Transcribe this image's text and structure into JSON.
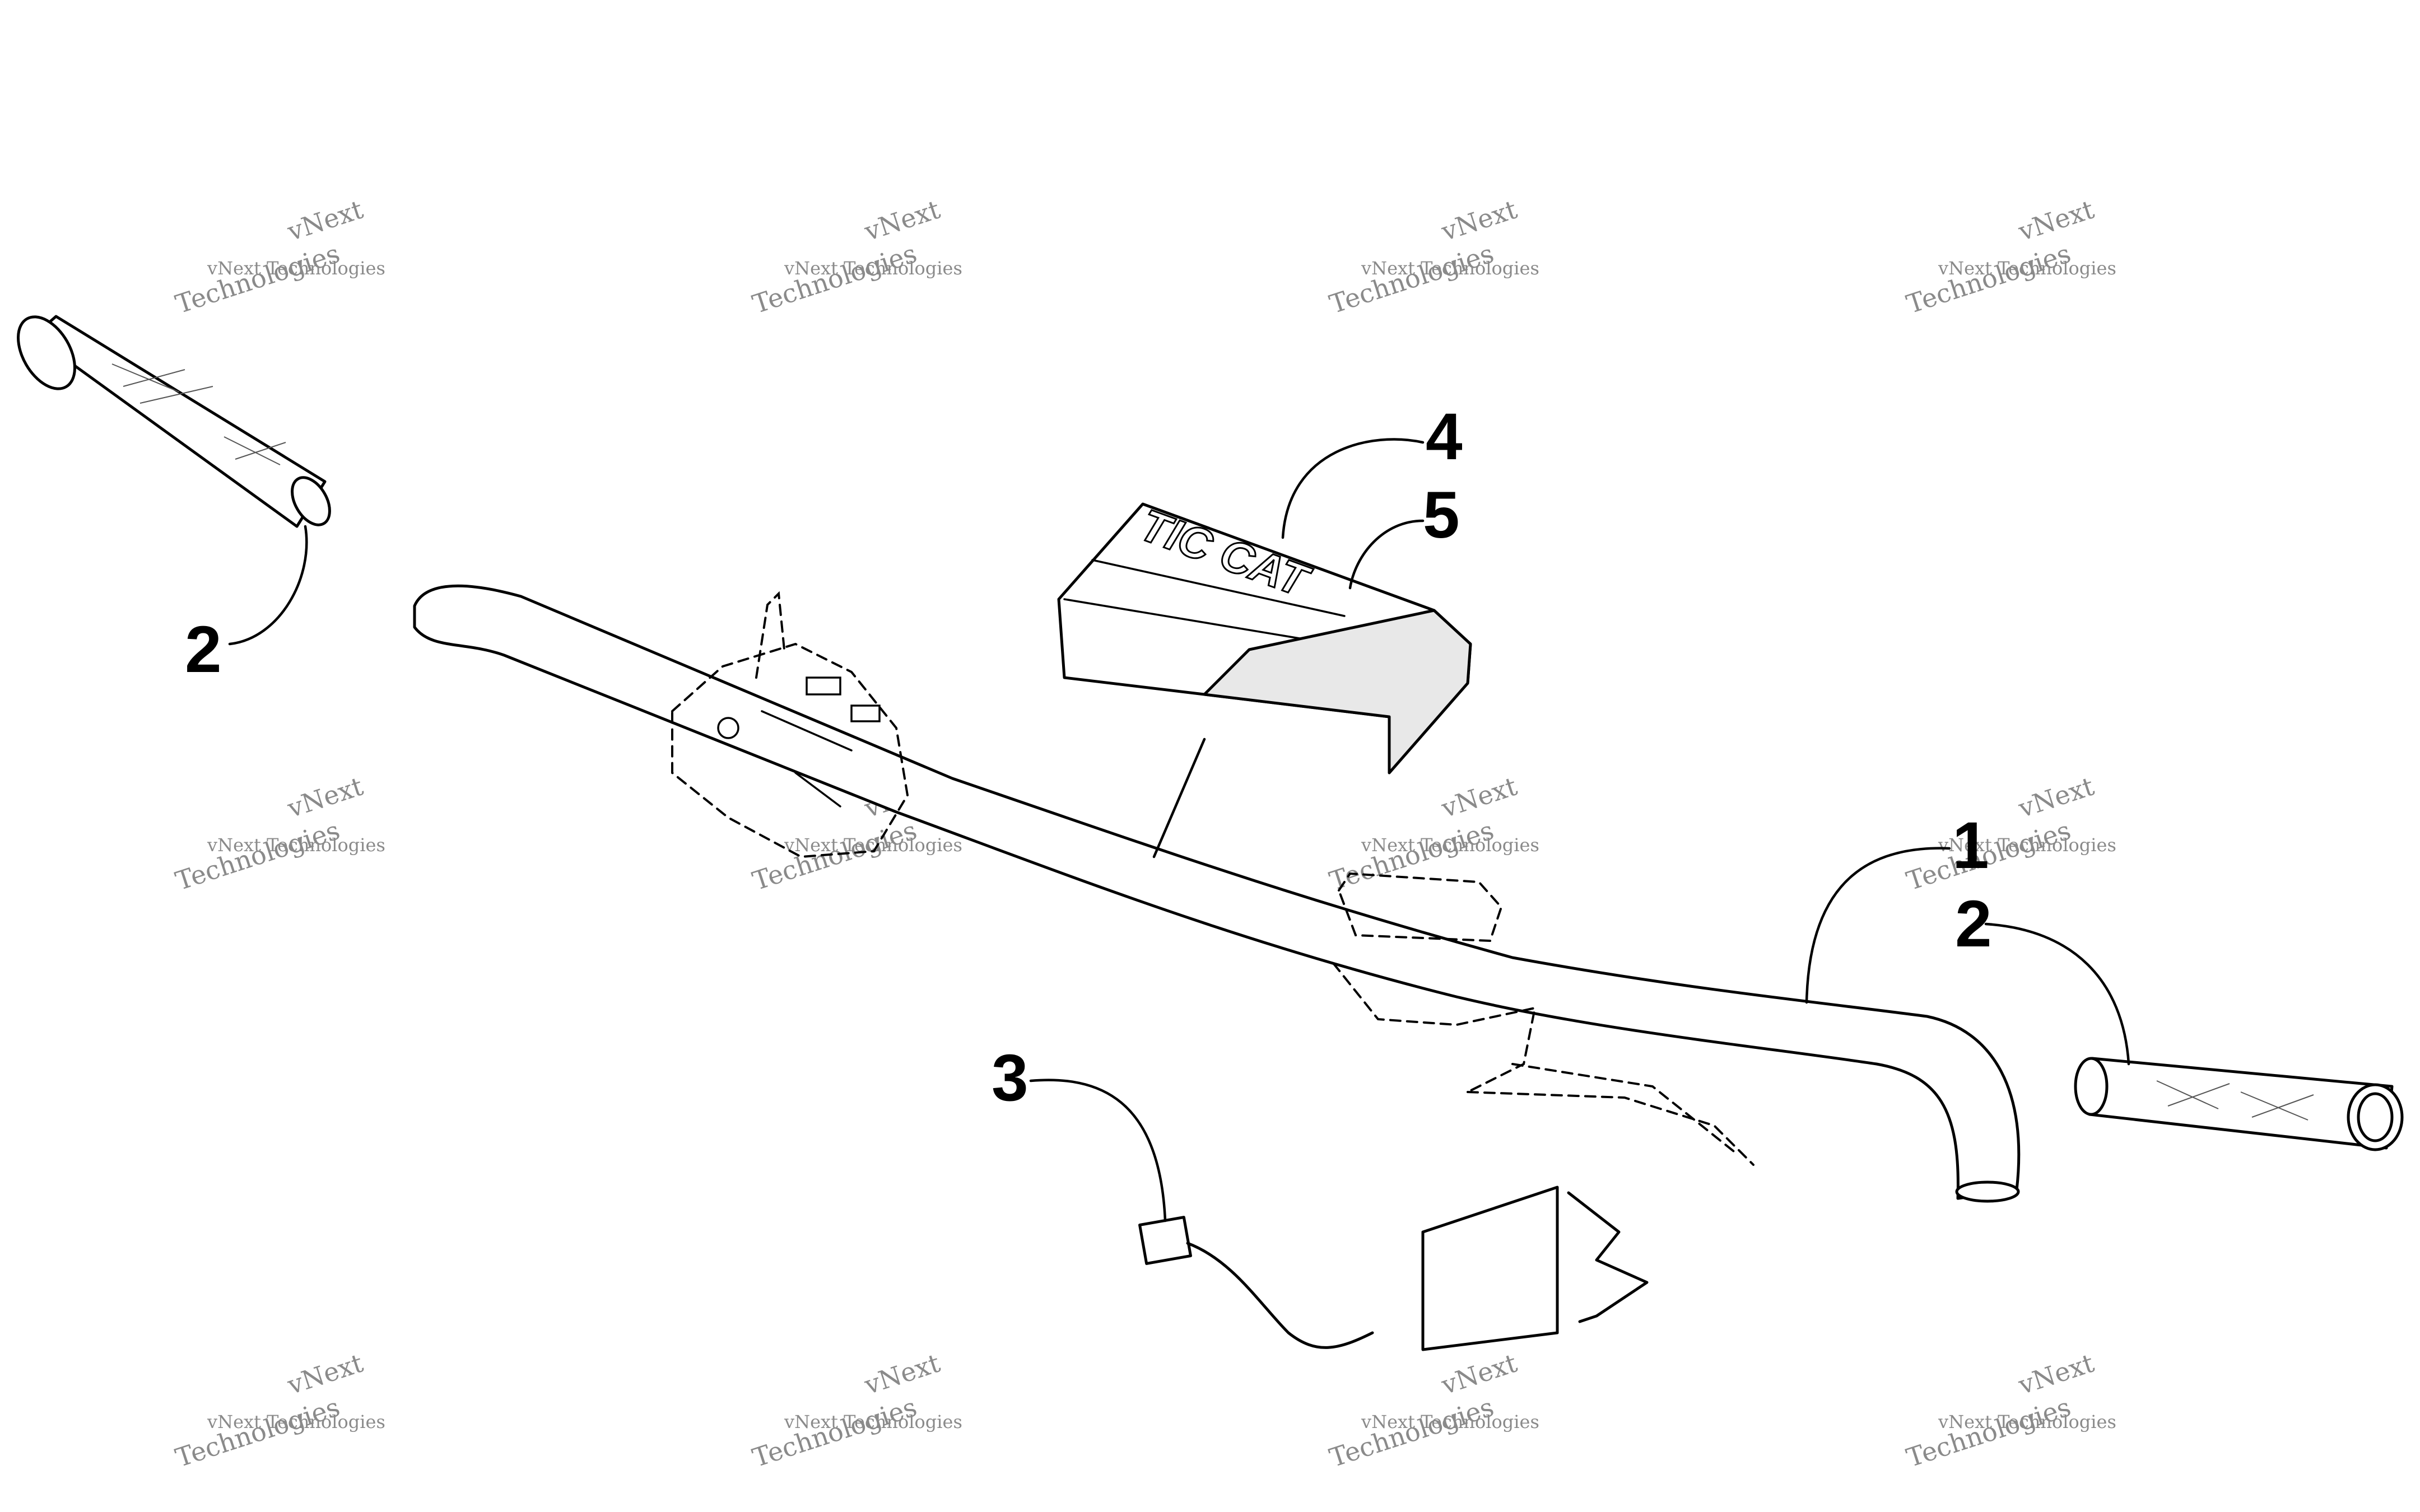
{
  "callouts": [
    {
      "id": "1",
      "label": "1"
    },
    {
      "id": "2a",
      "label": "2"
    },
    {
      "id": "2b",
      "label": "2"
    },
    {
      "id": "3",
      "label": "3"
    },
    {
      "id": "4",
      "label": "4"
    },
    {
      "id": "5",
      "label": "5"
    }
  ],
  "pad_logo_text": "TIC CAT",
  "watermark": {
    "line1": "vNext",
    "line2": "vNext Technologies",
    "line3": "Technologies"
  },
  "colors": {
    "ink": "#000000",
    "watermark": "#8a8a8a",
    "background": "#ffffff"
  }
}
